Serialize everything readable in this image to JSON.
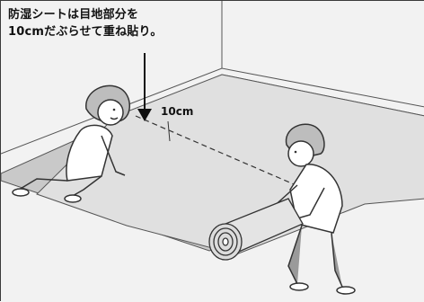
{
  "caption": {
    "line1": "防湿シートは目地部分を",
    "line2": "10cmだぶらせて重ね貼り。"
  },
  "overlap_label": "10cm"
}
